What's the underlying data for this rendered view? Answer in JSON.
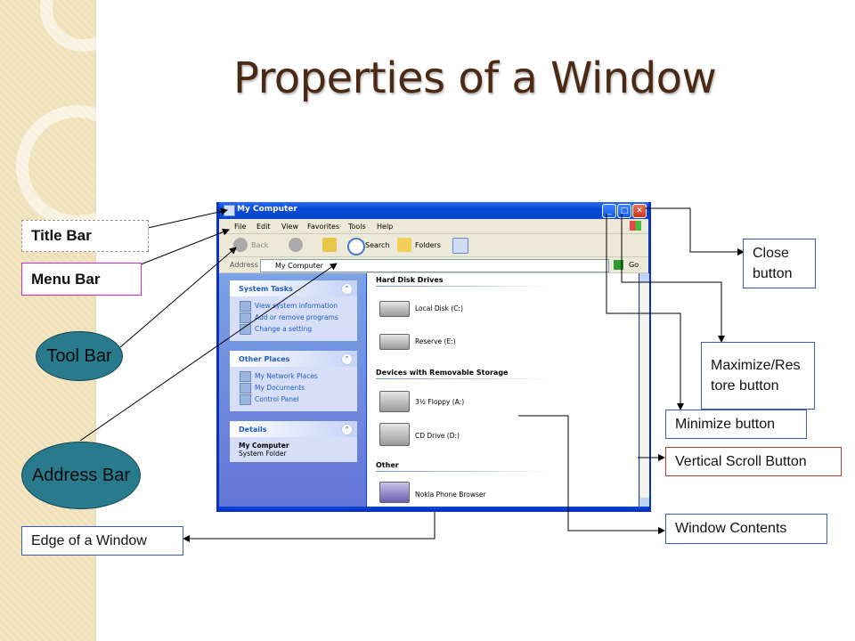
{
  "slide": {
    "title": "Properties of a Window"
  },
  "labels": {
    "title_bar": "Title Bar",
    "menu_bar": "Menu Bar",
    "tool_bar": "Tool Bar",
    "address_bar": "Address Bar",
    "edge_of_window": "Edge of a Window",
    "close_button_l1": "Close",
    "close_button_l2": "button",
    "maximize_l1": "Maximize/Res",
    "maximize_l2": "tore button",
    "minimize_button": "Minimize button",
    "vertical_scroll": "Vertical Scroll Button",
    "window_contents": "Window Contents"
  },
  "colors": {
    "oval_fill": "#2a7a8e",
    "title_text": "#4a2a15",
    "xp_blue": "#0a49d8"
  },
  "window": {
    "title": "My Computer",
    "menu": [
      "File",
      "Edit",
      "View",
      "Favorites",
      "Tools",
      "Help"
    ],
    "toolbar": {
      "back": "Back",
      "search": "Search",
      "folders": "Folders"
    },
    "address_label": "Address",
    "address_value": "My Computer",
    "go_label": "Go",
    "side_panels": {
      "system_tasks": {
        "title": "System Tasks",
        "items": [
          "View system information",
          "Add or remove programs",
          "Change a setting"
        ]
      },
      "other_places": {
        "title": "Other Places",
        "items": [
          "My Network Places",
          "My Documents",
          "Control Panel"
        ]
      },
      "details": {
        "title": "Details",
        "name": "My Computer",
        "desc": "System Folder"
      }
    },
    "sections": {
      "hard_disks": {
        "title": "Hard Disk Drives",
        "items": [
          "Local Disk (C:)",
          "Reserve (E:)"
        ]
      },
      "removable": {
        "title": "Devices with Removable Storage",
        "items": [
          "3½ Floppy (A:)",
          "CD Drive (D:)"
        ]
      },
      "other": {
        "title": "Other",
        "items": [
          "Nokia Phone Browser"
        ]
      }
    }
  }
}
